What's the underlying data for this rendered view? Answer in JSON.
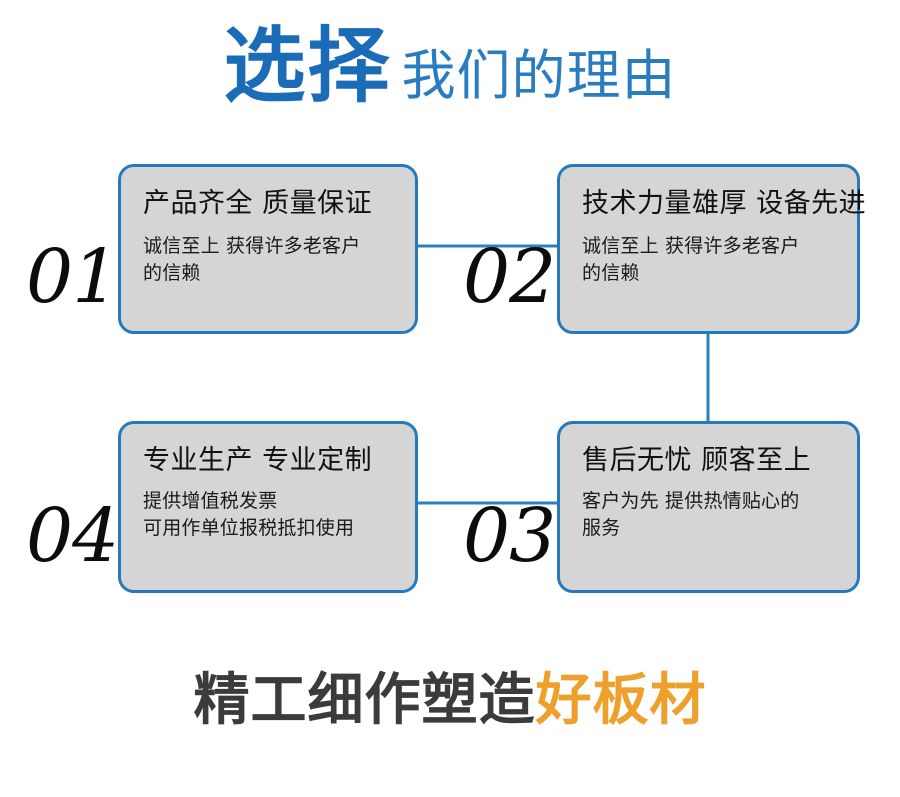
{
  "header": {
    "strong_text": "选择",
    "light_text": "我们的理由",
    "strong_color": "#1b6cb8",
    "light_color": "#2a7cc1"
  },
  "cards": [
    {
      "index": "01",
      "title": "产品齐全 质量保证",
      "body_line1": "诚信至上 获得许多老客户",
      "body_line2": "的信赖"
    },
    {
      "index": "02",
      "title": "技术力量雄厚 设备先进",
      "body_line1": "诚信至上 获得许多老客户",
      "body_line2": "的信赖"
    },
    {
      "index": "03",
      "title": "售后无忧 顾客至上",
      "body_line1": "客户为先 提供热情贴心的",
      "body_line2": "服务"
    },
    {
      "index": "04",
      "title": "专业生产 专业定制",
      "body_line1": "提供增值税发票",
      "body_line2": "可用作单位报税抵扣使用"
    }
  ],
  "footer": {
    "dark_text": "精工细作塑造",
    "accent_text": "好板材",
    "dark_color": "#3b3b3b",
    "accent_color": "#eda12c"
  },
  "theme": {
    "card_border_color": "#2579bd",
    "card_fill_color": "#d5d5d5",
    "connector_color": "#2a80c4",
    "background": "#ffffff"
  }
}
